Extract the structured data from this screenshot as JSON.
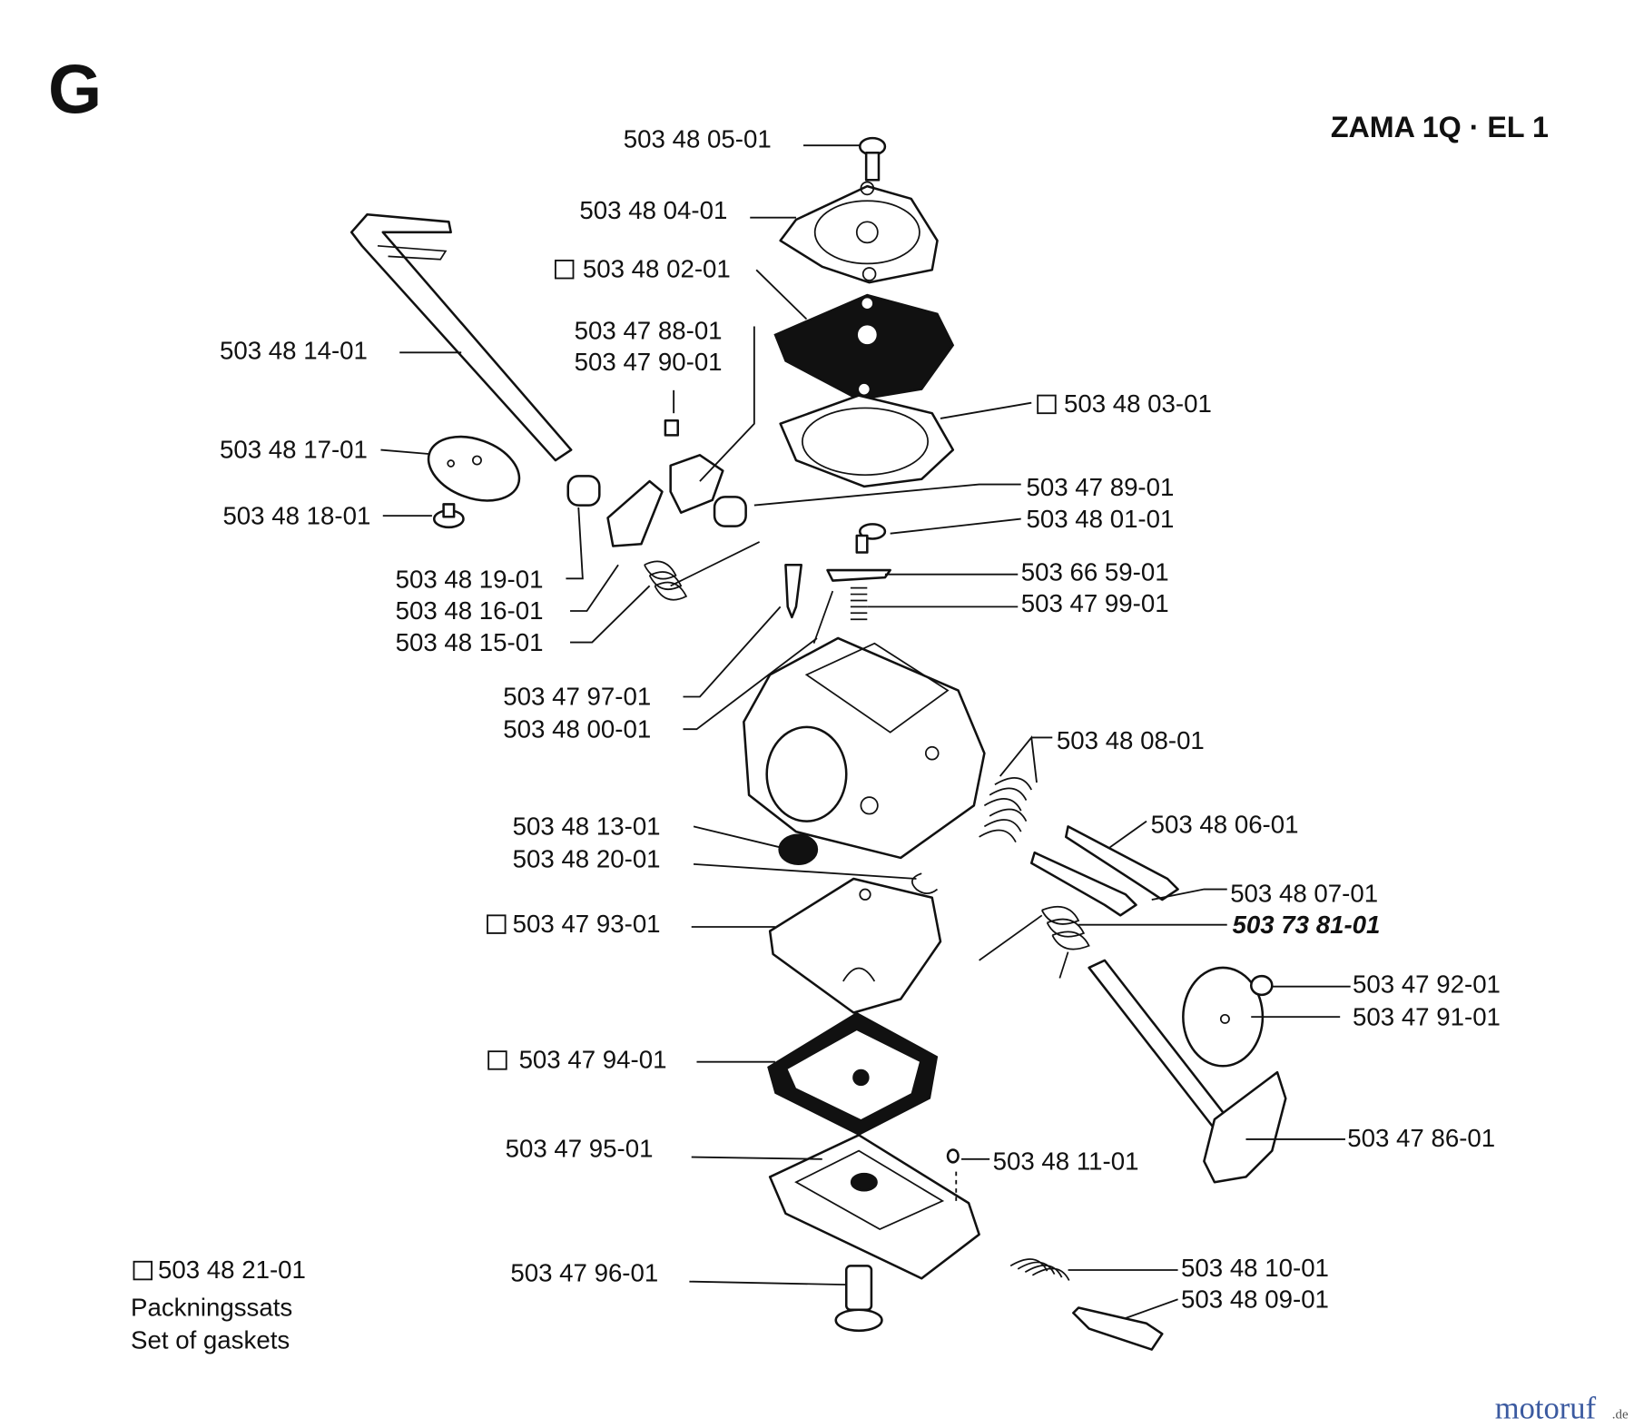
{
  "page_letter": "G",
  "model_title": "ZAMA 1Q · EL 1",
  "parts": [
    {
      "number": "503 48 05-01",
      "in_gasket_set": false
    },
    {
      "number": "503 48 04-01",
      "in_gasket_set": false
    },
    {
      "number": "503 48 02-01",
      "in_gasket_set": true
    },
    {
      "number": "503 47 88-01",
      "in_gasket_set": false
    },
    {
      "number": "503 47 90-01",
      "in_gasket_set": false
    },
    {
      "number": "503 48 14-01",
      "in_gasket_set": false
    },
    {
      "number": "503 48 17-01",
      "in_gasket_set": false
    },
    {
      "number": "503 48 18-01",
      "in_gasket_set": false
    },
    {
      "number": "503 48 19-01",
      "in_gasket_set": false
    },
    {
      "number": "503 48 16-01",
      "in_gasket_set": false
    },
    {
      "number": "503 48 15-01",
      "in_gasket_set": false
    },
    {
      "number": "503 47 97-01",
      "in_gasket_set": false
    },
    {
      "number": "503 48 00-01",
      "in_gasket_set": false
    },
    {
      "number": "503 48 03-01",
      "in_gasket_set": true
    },
    {
      "number": "503 47 89-01",
      "in_gasket_set": false
    },
    {
      "number": "503 48 01-01",
      "in_gasket_set": false
    },
    {
      "number": "503 66 59-01",
      "in_gasket_set": false
    },
    {
      "number": "503 47 99-01",
      "in_gasket_set": false
    },
    {
      "number": "503 48 08-01",
      "in_gasket_set": false
    },
    {
      "number": "503 48 06-01",
      "in_gasket_set": false
    },
    {
      "number": "503 48 13-01",
      "in_gasket_set": false
    },
    {
      "number": "503 48 20-01",
      "in_gasket_set": false
    },
    {
      "number": "503 48 07-01",
      "in_gasket_set": false
    },
    {
      "number": "503 73 81-01",
      "in_gasket_set": false,
      "emphasized": true
    },
    {
      "number": "503 47 93-01",
      "in_gasket_set": true
    },
    {
      "number": "503 47 92-01",
      "in_gasket_set": false
    },
    {
      "number": "503 47 91-01",
      "in_gasket_set": false
    },
    {
      "number": "503 47 94-01",
      "in_gasket_set": true
    },
    {
      "number": "503 47 86-01",
      "in_gasket_set": false
    },
    {
      "number": "503 47 95-01",
      "in_gasket_set": false
    },
    {
      "number": "503 48 11-01",
      "in_gasket_set": false
    },
    {
      "number": "503 47 96-01",
      "in_gasket_set": false
    },
    {
      "number": "503 48 10-01",
      "in_gasket_set": false
    },
    {
      "number": "503 48 09-01",
      "in_gasket_set": false
    }
  ],
  "gasket_set": {
    "number": "503 48 21-01",
    "label_sv": "Packningssats",
    "label_en": "Set of gaskets"
  },
  "watermark": {
    "text_main": "motoruf",
    "text_suffix": ".de"
  }
}
